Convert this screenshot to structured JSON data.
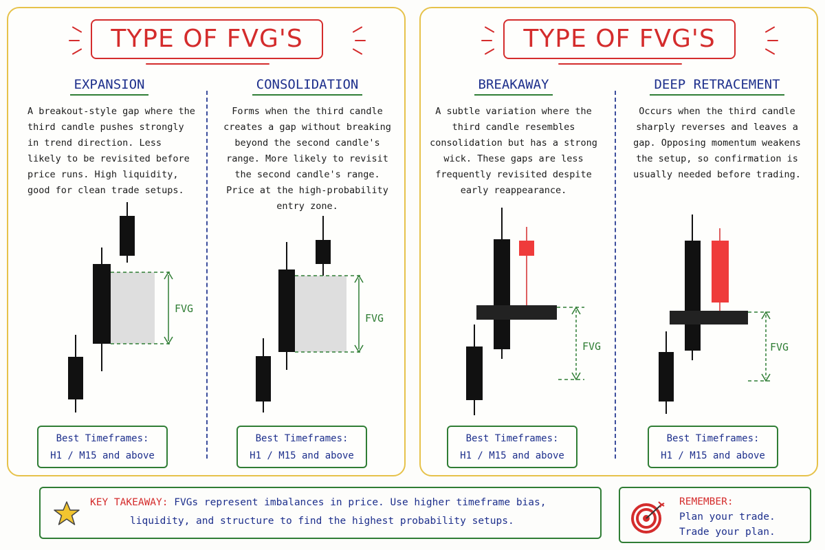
{
  "panels": [
    {
      "title": "TYPE OF FVG'S",
      "sections": [
        {
          "heading": "EXPANSION",
          "description": "A breakout-style gap where the third candle pushes strongly in trend direction. Less likely to be revisited before price runs. High liquidity, good for clean trade setups.",
          "fvg_label": "FVG",
          "timeframes_title": "Best Timeframes:",
          "timeframes_value": "H1 / M15 and above"
        },
        {
          "heading": "CONSOLIDATION",
          "description": "Forms when the third candle creates a gap without breaking beyond the second candle's range. More likely to revisit the second candle's range. Price at the high-probability entry zone.",
          "fvg_label": "FVG",
          "timeframes_title": "Best Timeframes:",
          "timeframes_value": "H1 / M15 and above"
        }
      ]
    },
    {
      "title": "TYPE OF FVG'S",
      "sections": [
        {
          "heading": "BREAKAWAY",
          "description": "A subtle variation where the third candle resembles consolidation but has a strong wick. These gaps are less frequently revisited despite early reappearance.",
          "fvg_label": "FVG",
          "timeframes_title": "Best Timeframes:",
          "timeframes_value": "H1 / M15 and above"
        },
        {
          "heading": "DEEP RETRACEMENT",
          "description": "Occurs when the third candle sharply reverses and leaves a gap. Opposing momentum weakens the setup, so confirmation is usually needed before trading.",
          "fvg_label": "FVG",
          "timeframes_title": "Best Timeframes:",
          "timeframes_value": "H1 / M15 and above"
        }
      ]
    }
  ],
  "key_takeaway": {
    "label": "KEY TAKEAWAY:",
    "line1": "FVGs represent imbalances in price. Use higher timeframe bias,",
    "line2": "liquidity, and structure to find the highest probability setups."
  },
  "remember": {
    "title": "REMEMBER:",
    "line1": "Plan your trade.",
    "line2": "Trade your plan."
  },
  "icons": {
    "takeaway": "star-icon",
    "remember": "target-icon"
  },
  "colors": {
    "panel_border": "#e6c24a",
    "title_red": "#d42c2c",
    "heading_blue": "#1d2f8c",
    "accent_green": "#2f7d34",
    "bearish_candle": "#ef3b3b",
    "bullish_candle": "#111111",
    "gap_fill": "#dedede"
  }
}
